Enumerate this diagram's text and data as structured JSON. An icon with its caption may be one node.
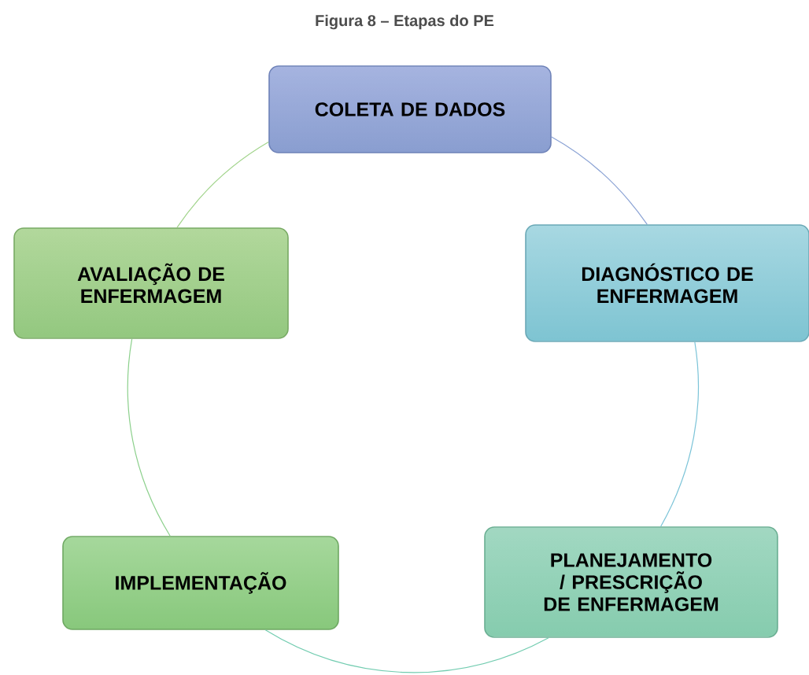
{
  "diagram": {
    "title": "Figura 8 – Etapas do PE",
    "nodes": [
      {
        "text": [
          "COLETA DE DADOS"
        ]
      },
      {
        "text": [
          "DIAGNÓSTICO DE ENFERMAGEM"
        ]
      },
      {
        "text": [
          "PLANEJAMENTO / PRESCRIÇÃO DE ENFERMAGEM"
        ]
      },
      {
        "text": [
          "IMPLEMENTAÇÃO"
        ]
      },
      {
        "text": [
          "AVALIAÇÃO DE ENFERMAGEM"
        ]
      }
    ],
    "edges": [
      {
        "from": 0,
        "to": 1,
        "arrow": "none",
        "color": "#8aa2d4"
      },
      {
        "from": 1,
        "to": 2,
        "arrow": "none",
        "color": "#7cc4d8"
      },
      {
        "from": 2,
        "to": 3,
        "arrow": "none",
        "color": "#72ccb0"
      },
      {
        "from": 3,
        "to": 4,
        "arrow": "none",
        "color": "#8cd08c"
      },
      {
        "from": 4,
        "to": 0,
        "arrow": "none",
        "color": "#a2d48c"
      }
    ]
  }
}
